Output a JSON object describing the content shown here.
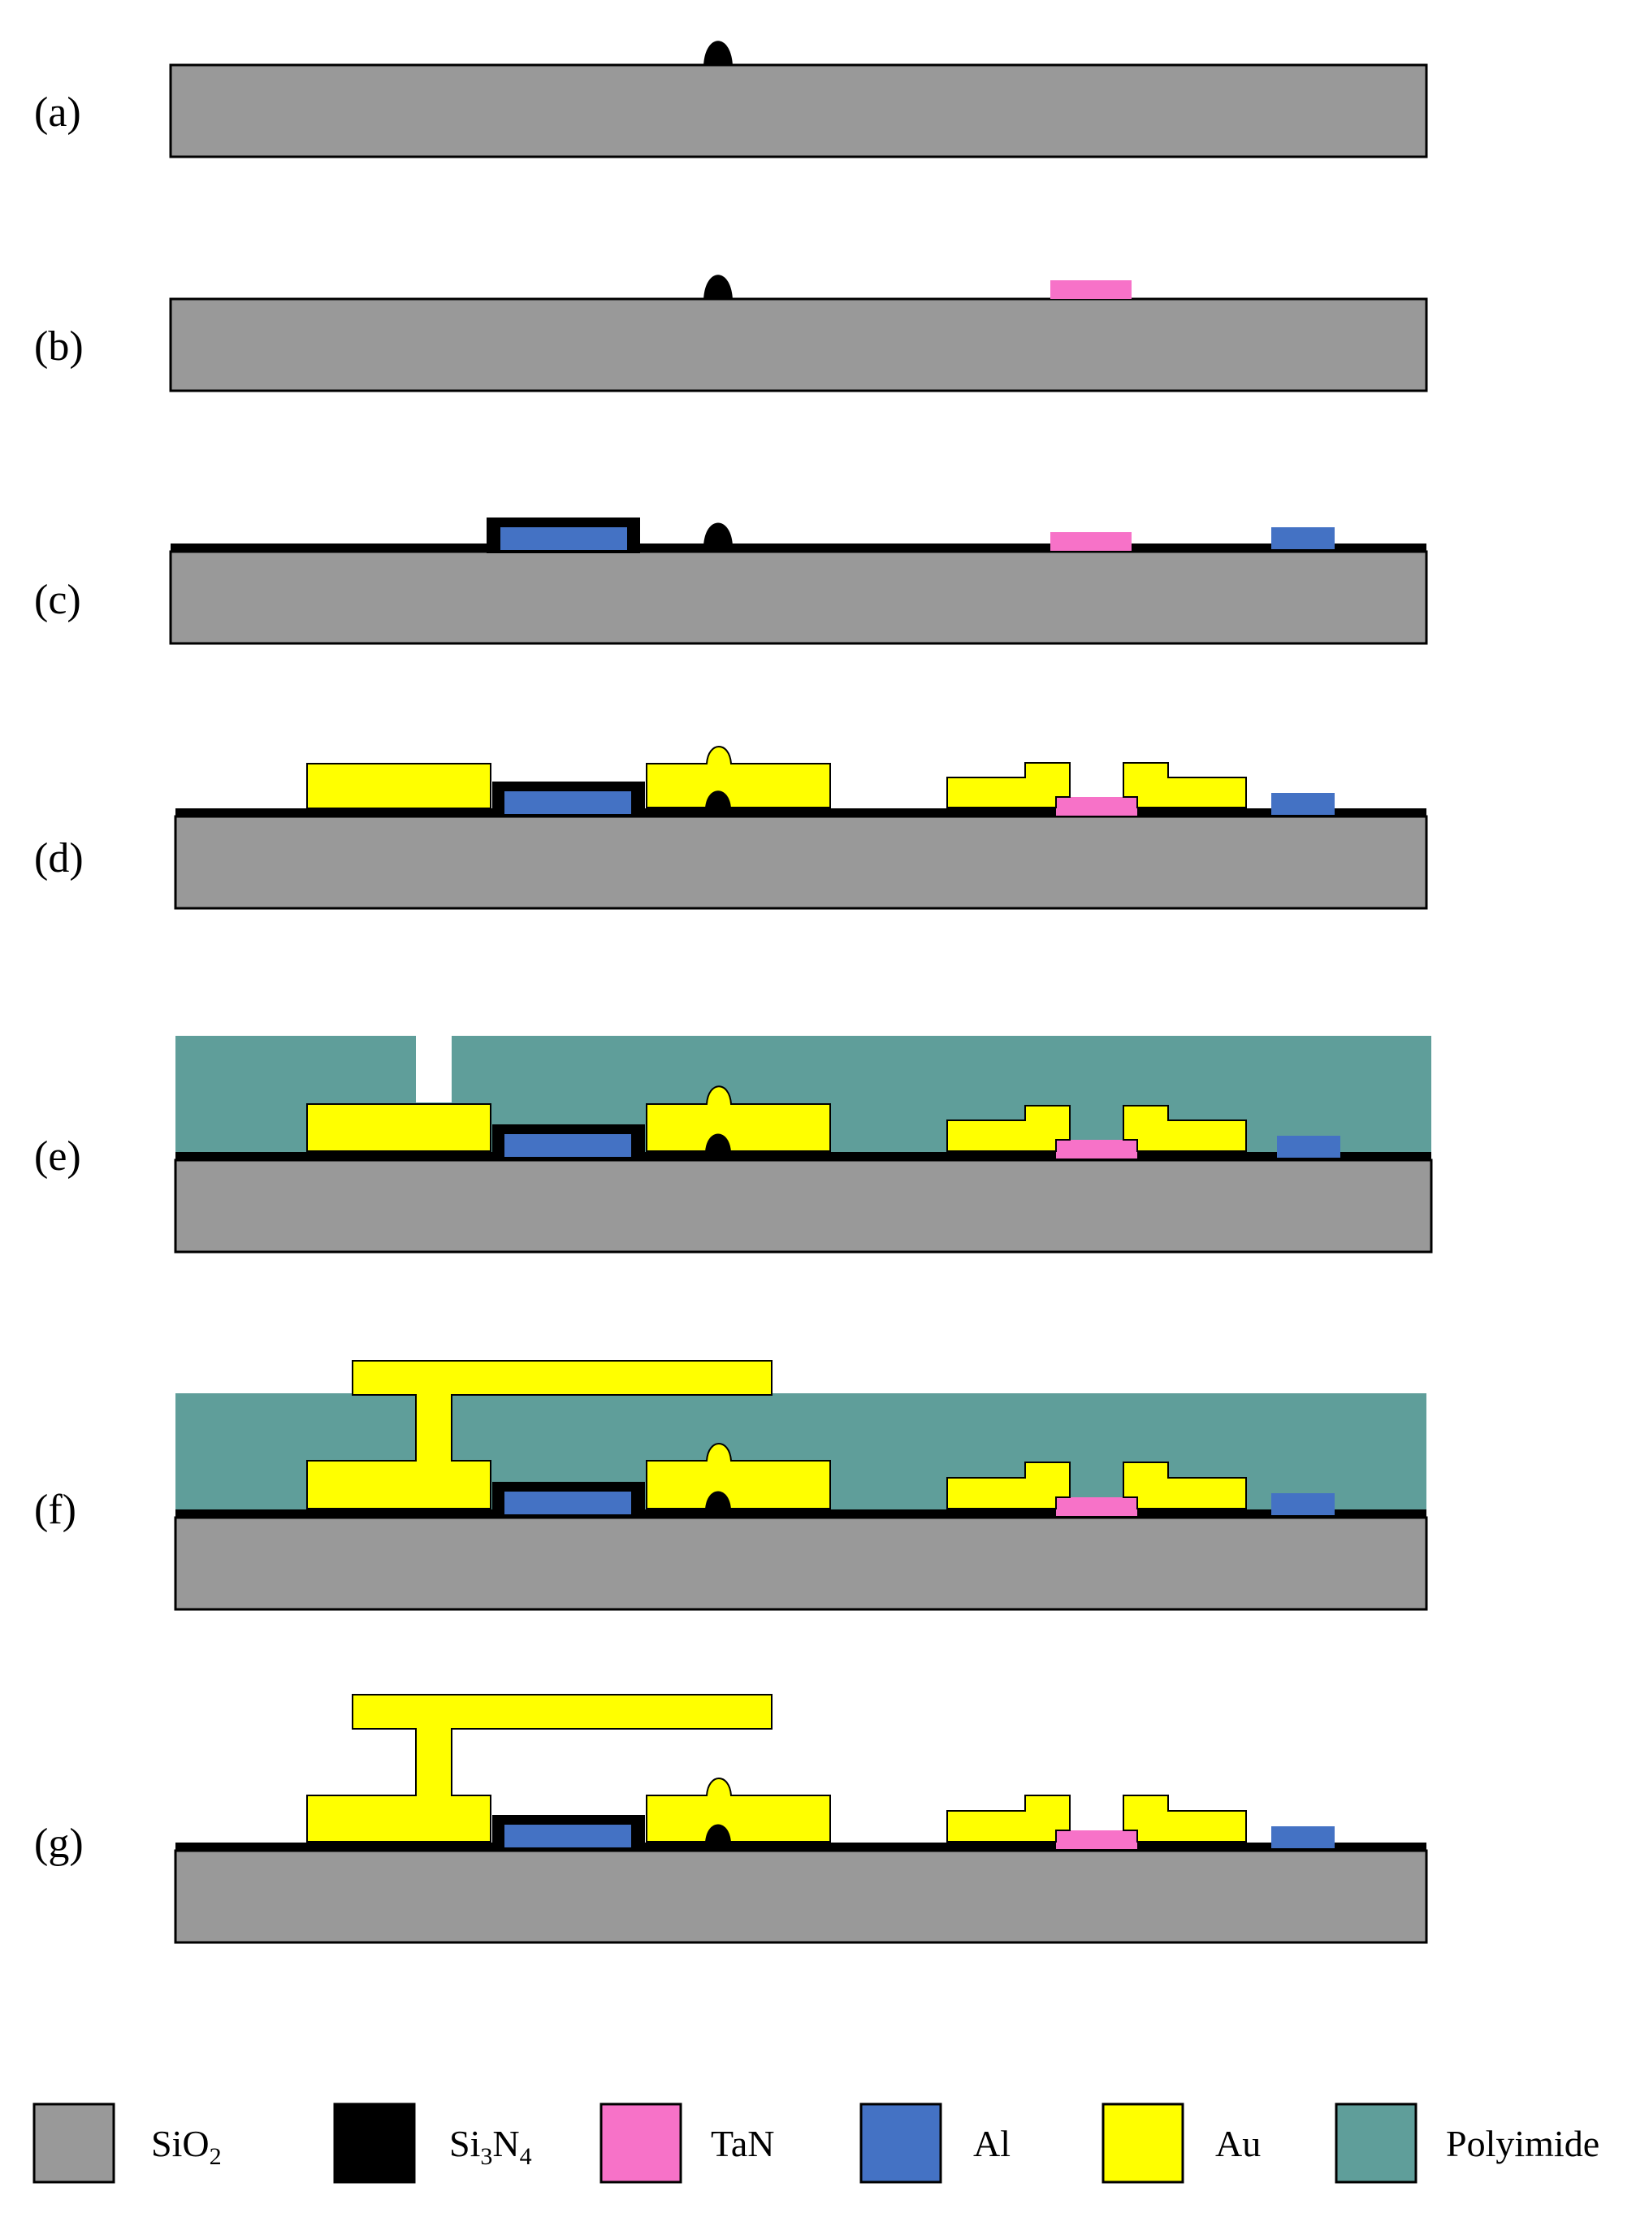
{
  "steps": [
    {
      "label": "(a)"
    },
    {
      "label": "(b)"
    },
    {
      "label": "(c)"
    },
    {
      "label": "(d)"
    },
    {
      "label": "(e)"
    },
    {
      "label": "(f)"
    },
    {
      "label": "(g)"
    }
  ],
  "legend": [
    {
      "material": "SiO2",
      "text": "SiO",
      "sub": "2",
      "color": "#999999"
    },
    {
      "material": "Si3N4",
      "text": "Si",
      "sub": "3",
      "text2": "N",
      "sub2": "4",
      "color": "#000000"
    },
    {
      "material": "TaN",
      "text": "TaN",
      "color": "#f772c8"
    },
    {
      "material": "Al",
      "text": "Al",
      "color": "#4472c4"
    },
    {
      "material": "Au",
      "text": "Au",
      "color": "#ffff00"
    },
    {
      "material": "Polyimide",
      "text": "Polyimide",
      "color": "#5f9e9a"
    }
  ]
}
